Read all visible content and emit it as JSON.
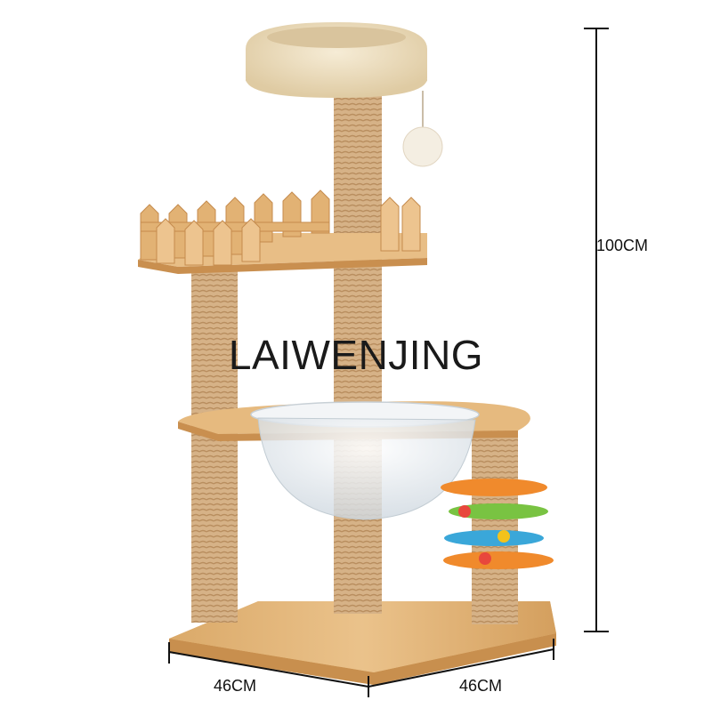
{
  "watermark": "LAIWENJING",
  "dimensions": {
    "height": "100CM",
    "width_left": "46CM",
    "width_right": "46CM"
  },
  "colors": {
    "wood": "#e3b57a",
    "wood_dark": "#c89150",
    "sisal": "#d8b48c",
    "plush": "#efe2c6",
    "bowl": "#e9eef3",
    "toy_orange": "#f08a2c",
    "toy_green": "#79c342",
    "toy_blue": "#3aa7d9",
    "line": "#111111"
  }
}
